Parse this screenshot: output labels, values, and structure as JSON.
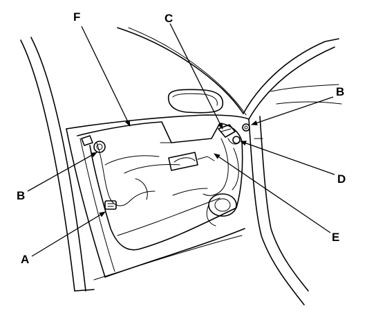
{
  "callouts": {
    "a": "A",
    "b_left": "B",
    "b_right": "B",
    "c": "C",
    "d": "D",
    "e": "E",
    "f": "F"
  }
}
